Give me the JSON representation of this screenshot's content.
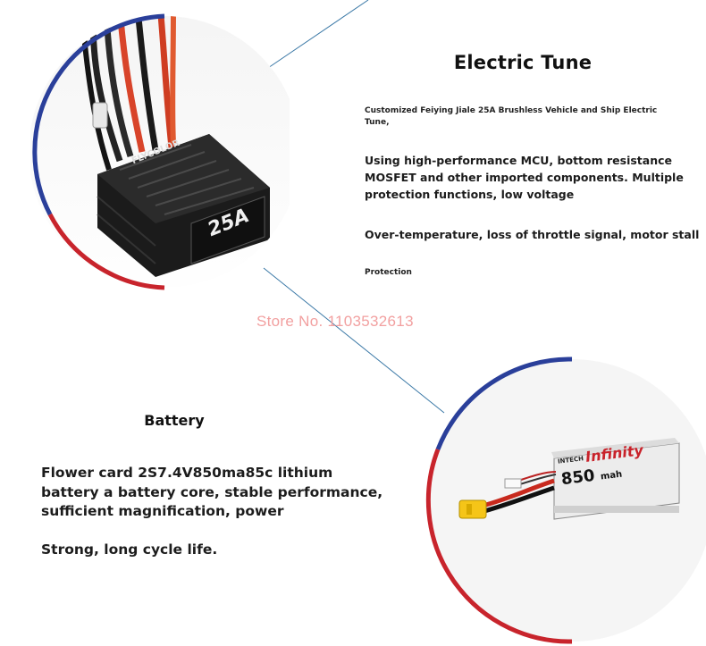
{
  "esc_section": {
    "title": "Electric Tune",
    "subtitle": "Customized Feiying Jiale 25A Brushless Vehicle and Ship Electric Tune,",
    "paragraph1": "Using high-performance MCU, bottom resistance MOSFET and other imported components. Multiple protection functions, low voltage",
    "paragraph2": "Over-temperature, loss of throttle signal, motor stall",
    "footnote": "Protection"
  },
  "watermark": "Store No. 1103532613",
  "battery_section": {
    "title": "Battery",
    "paragraph1": "Flower card 2S7.4V850ma85c lithium battery a battery core, stable performance, sufficient magnification, power",
    "paragraph2": "Strong, long cycle life."
  },
  "esc_image": {
    "brand": "FLYCOLOR",
    "rating": "25A"
  },
  "battery_image": {
    "brand": "Infinity",
    "capacity": "850",
    "unit": "mah",
    "maker": "INTECH"
  },
  "colors": {
    "accent_blue": "#2a3f9a",
    "accent_red": "#c8242c",
    "connector_line": "#3a78a6",
    "watermark": "#f2a0a0"
  }
}
